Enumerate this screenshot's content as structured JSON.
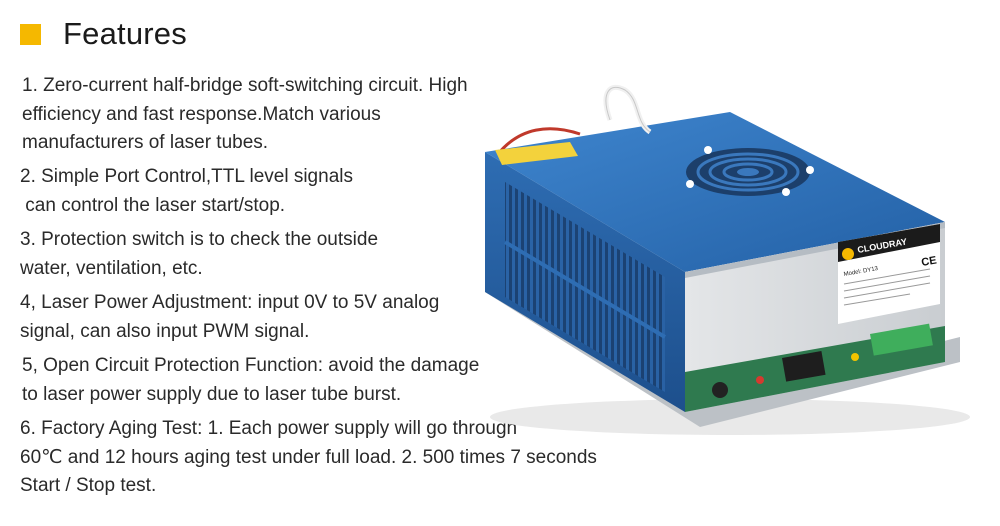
{
  "header": {
    "title": "Features",
    "accent_color": "#f5b800"
  },
  "features": [
    {
      "lines": [
        "1. Zero-current half-bridge soft-switching circuit. High",
        "efficiency and fast response.Match various",
        "manufacturers of laser tubes."
      ]
    },
    {
      "lines": [
        "2. Simple Port Control,TTL level signals",
        " can control the laser start/stop."
      ]
    },
    {
      "lines": [
        "3. Protection switch is to check the outside",
        "water, ventilation, etc."
      ]
    },
    {
      "lines": [
        "4, Laser Power Adjustment: input 0V to 5V analog",
        "signal, can also input PWM signal."
      ]
    },
    {
      "lines": [
        "5, Open Circuit Protection Function: avoid the damage",
        "to laser power supply due to laser tube burst."
      ]
    },
    {
      "lines": [
        "6. Factory Aging Test: 1. Each power supply will go through",
        "60℃ and 12 hours aging test under full load. 2. 500 times 7 seconds",
        "Start / Stop test."
      ]
    }
  ],
  "product": {
    "brand": "CLOUDRAY",
    "model_label": "Model: DY13",
    "ce_mark": "CE",
    "body_color": "#2f6fb6"
  }
}
